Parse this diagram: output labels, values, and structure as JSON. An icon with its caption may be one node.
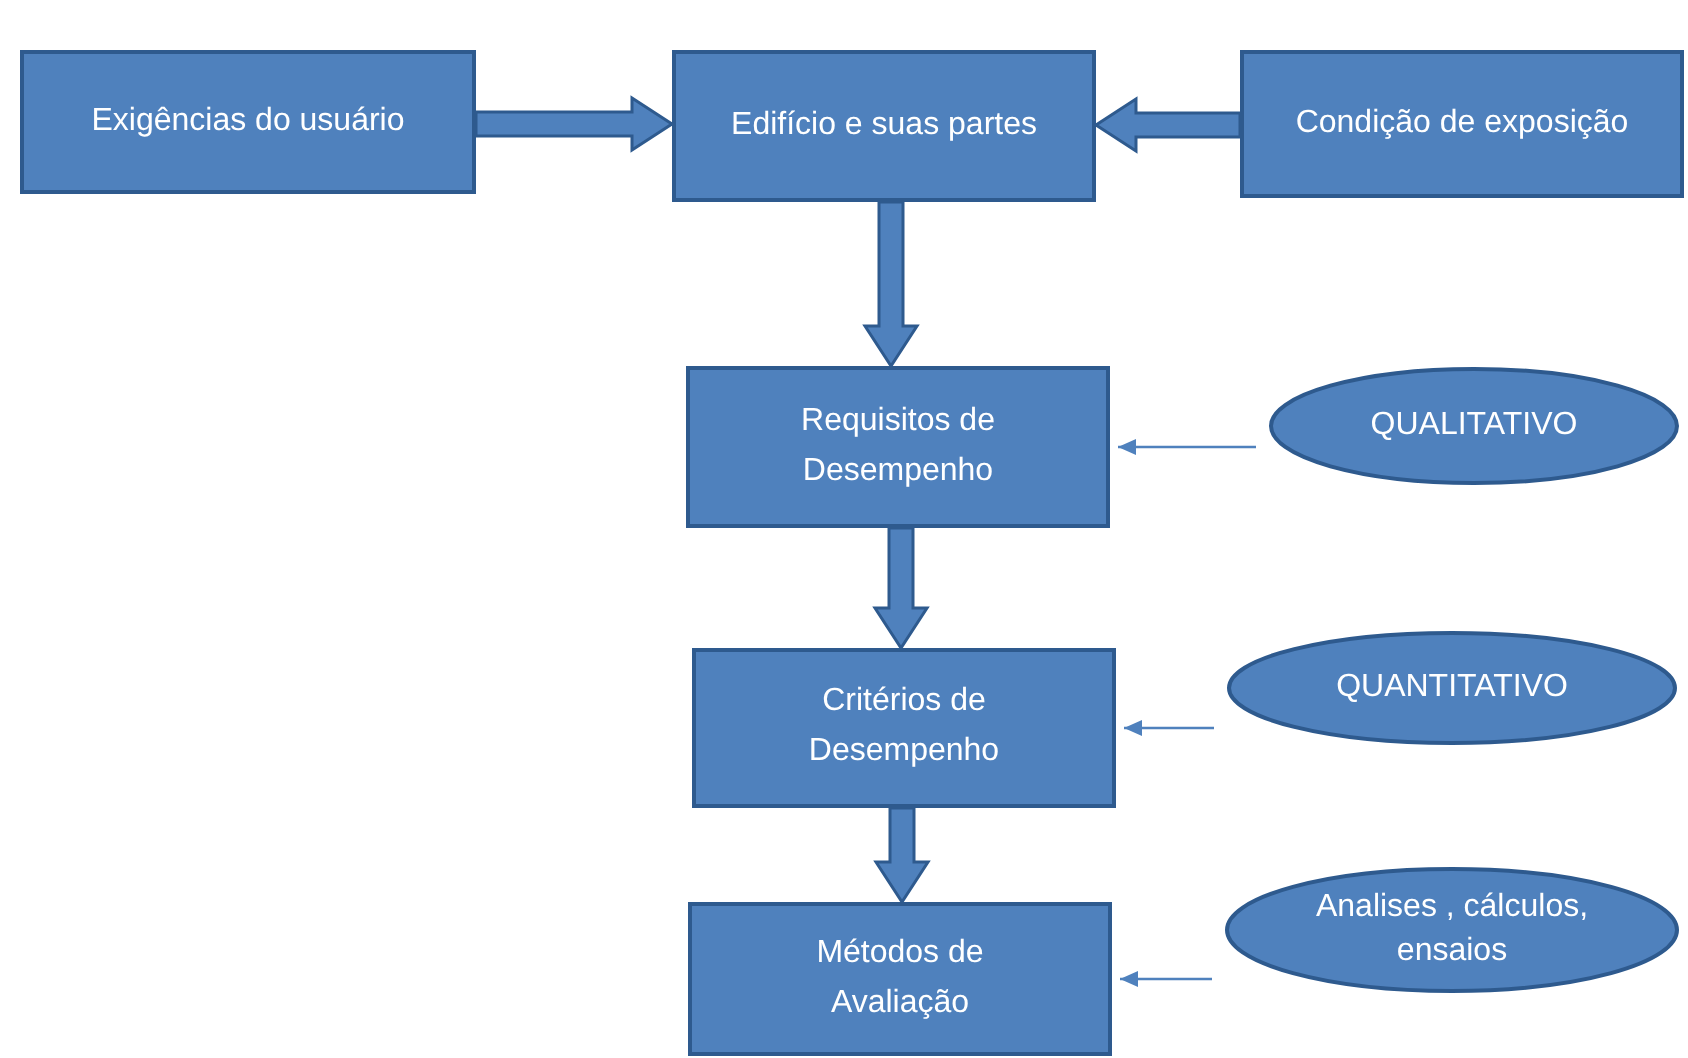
{
  "diagram": {
    "nodes": [
      {
        "text": [
          "Exigências do usuário"
        ]
      },
      {
        "text": [
          "Edifício e suas partes"
        ]
      },
      {
        "text": [
          "Condição de exposição"
        ]
      },
      {
        "text": [
          "Requisitos de Desempenho"
        ]
      },
      {
        "text": [
          "QUALITATIVO"
        ]
      },
      {
        "text": [
          "Critérios de Desempenho"
        ]
      },
      {
        "text": [
          "QUANTITATIVO"
        ]
      },
      {
        "text": [
          "Métodos de Avaliação"
        ]
      },
      {
        "text": [
          "Analises , cálculos, ensaios"
        ]
      }
    ],
    "edges": [
      {
        "from": 0,
        "to": 1,
        "arrow": "to",
        "style": "thick"
      },
      {
        "from": 2,
        "to": 1,
        "arrow": "to",
        "style": "thick"
      },
      {
        "from": 1,
        "to": 3,
        "arrow": "to",
        "style": "thick"
      },
      {
        "from": 3,
        "to": 5,
        "arrow": "to",
        "style": "thick"
      },
      {
        "from": 5,
        "to": 7,
        "arrow": "to",
        "style": "thick"
      },
      {
        "from": 4,
        "to": 3,
        "arrow": "to"
      },
      {
        "from": 6,
        "to": 5,
        "arrow": "to"
      },
      {
        "from": 8,
        "to": 7,
        "arrow": "to"
      }
    ]
  }
}
